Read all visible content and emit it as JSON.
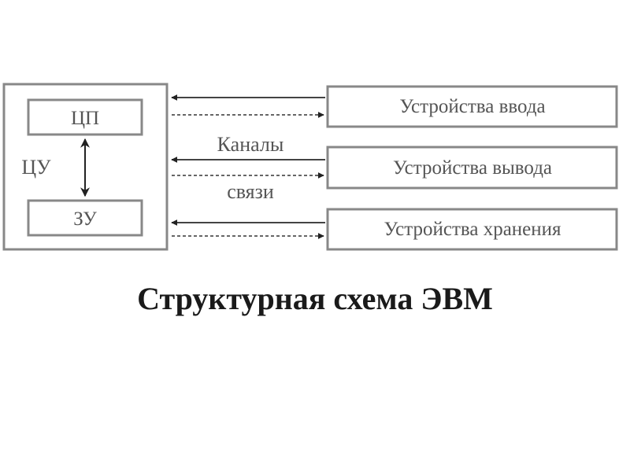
{
  "diagram": {
    "title": "Структурная схема ЭВМ",
    "central_block": {
      "cpu_label": "ЦП",
      "cu_label": "ЦУ",
      "memory_label": "ЗУ"
    },
    "channels": {
      "line1": "Каналы",
      "line2": "связи"
    },
    "devices": [
      {
        "label": "Устройства ввода"
      },
      {
        "label": "Устройства вывода"
      },
      {
        "label": "Устройства хранения"
      }
    ]
  }
}
